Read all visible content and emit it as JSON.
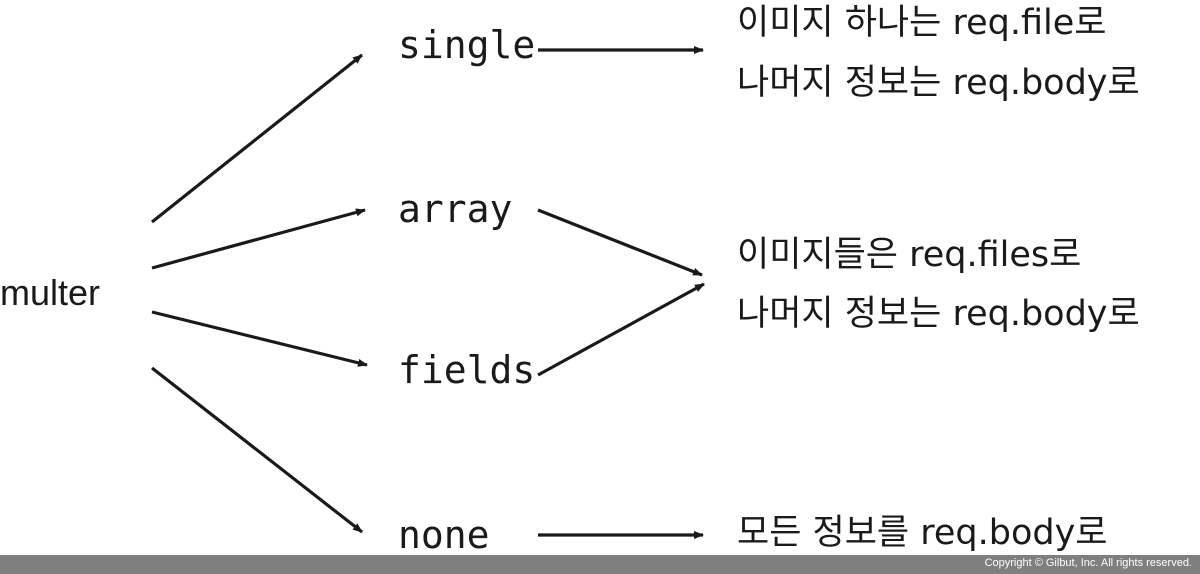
{
  "root": {
    "label": "multer"
  },
  "methods": {
    "single": "single",
    "array": "array",
    "fields": "fields",
    "none": "none"
  },
  "results": {
    "single": {
      "line1": "이미지 하나는 req.file로",
      "line2": "나머지 정보는 req.body로"
    },
    "multi": {
      "line1": "이미지들은 req.files로",
      "line2": "나머지 정보는 req.body로"
    },
    "none": {
      "line1": "모든 정보를 req.body로"
    }
  },
  "footer": {
    "copyright": "Copyright © Gilbut, Inc. All rights reserved."
  },
  "colors": {
    "ink": "#1a1a1a",
    "footer_bg": "#7f7f7f",
    "footer_text": "#ffffff"
  }
}
